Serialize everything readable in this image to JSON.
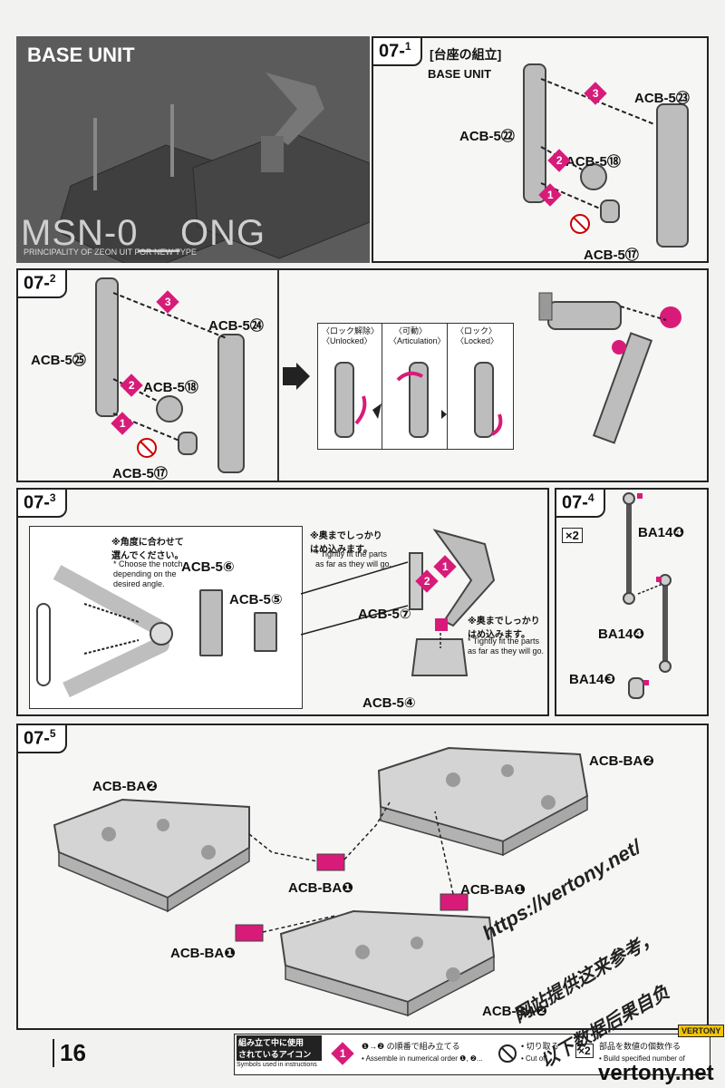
{
  "hero": {
    "title": "BASE UNIT",
    "big_text": "MSN-0__ONG",
    "sub_text": "PRINCIPALITY OF ZEON      UIT FOR NEW TYPE"
  },
  "step_07_1": {
    "tab": "07-",
    "tab_sub": "1",
    "title_jp": "[台座の組立]",
    "title_en": "BASE UNIT",
    "labels": [
      "ACB-5㉓",
      "ACB-5㉒",
      "ACB-5⑱",
      "ACB-5⑰"
    ],
    "order": [
      "3",
      "2",
      "1"
    ]
  },
  "step_07_2": {
    "tab": "07-",
    "tab_sub": "2",
    "labels": [
      "ACB-5㉔",
      "ACB-5㉕",
      "ACB-5⑱",
      "ACB-5⑰"
    ],
    "order": [
      "3",
      "2",
      "1"
    ],
    "states": [
      {
        "jp": "〈ロック解除〉",
        "en": "〈Unlocked〉"
      },
      {
        "jp": "〈可動〉",
        "en": "〈Articulation〉"
      },
      {
        "jp": "〈ロック〉",
        "en": "〈Locked〉"
      }
    ]
  },
  "step_07_3": {
    "tab": "07-",
    "tab_sub": "3",
    "note_angle_jp": "※角度に合わせて\n選んでください。",
    "note_angle_en": "* Choose the notch\ndepending on the\ndesired angle.",
    "note_fit1_jp": "※奥までしっかり\nはめ込みます。",
    "note_fit1_en": "* Tightly fit the parts\nas far as they will go.",
    "note_fit2_jp": "※奥までしっかり\nはめ込みます。",
    "note_fit2_en": "* Tightly fit the parts\nas far as they will go.",
    "labels": [
      "ACB-5⑥",
      "ACB-5⑤",
      "ACB-5⑦",
      "ACB-5④"
    ],
    "order": [
      "1",
      "2"
    ]
  },
  "step_07_4": {
    "tab": "07-",
    "tab_sub": "4",
    "qty": "×2",
    "labels": [
      "BA14❹",
      "BA14❹",
      "BA14❸"
    ]
  },
  "step_07_5": {
    "tab": "07-",
    "tab_sub": "5",
    "labels": [
      "ACB-BA❷",
      "ACB-BA❷",
      "ACB-BA❶",
      "ACB-BA❶",
      "ACB-BA❶",
      "ACB-BA❷"
    ]
  },
  "footer": {
    "page_number": "16",
    "legend_jp": "組み立て中に使用\nされているアイコン",
    "legend_en": "Symbols used in instructions",
    "assemble_jp": "❶→❷ の順番で組み立てる",
    "assemble_en": "• Assemble in numerical order ❶, ❷...",
    "cut_jp": "• 切り取る",
    "cut_en": "• Cut off",
    "qty_jp": "部品を数値の個数作る",
    "qty_en": "• Build specified number of",
    "qty_icon": "×2",
    "brand": "VERTONY"
  },
  "watermark": {
    "url": "https://vertony.net/",
    "cn1": "网站提供这来参考，",
    "cn2": "以下数据后果自负",
    "site": "vertony.net"
  },
  "colors": {
    "accent": "#d81b79",
    "part": "#bdbdbd",
    "line": "#222222"
  }
}
